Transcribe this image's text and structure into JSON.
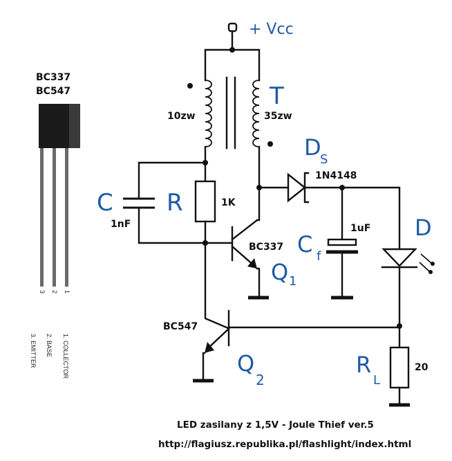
{
  "package": {
    "part_numbers": [
      "BC337",
      "BC547"
    ],
    "pin_numbers": [
      "3",
      "2",
      "1"
    ],
    "pinout": [
      "1. COLLECTOR",
      "2. BASE",
      "3. EMITTER"
    ]
  },
  "schematic": {
    "supply": "+ Vcc",
    "transformer": {
      "ref": "T",
      "primary_turns": "10zw",
      "secondary_turns": "35zw"
    },
    "capacitor_c": {
      "ref": "C",
      "value": "1nF"
    },
    "resistor_r": {
      "ref": "R",
      "value": "1K"
    },
    "transistor_q1": {
      "ref": "Q",
      "ref_sub": "1",
      "part": "BC337"
    },
    "transistor_q2": {
      "ref": "Q",
      "ref_sub": "2",
      "part": "BC547"
    },
    "diode_ds": {
      "ref": "D",
      "ref_sub": "S",
      "part": "1N4148"
    },
    "capacitor_cf": {
      "ref": "C",
      "ref_sub": "f",
      "value": "1uF"
    },
    "led": {
      "ref": "D"
    },
    "resistor_rl": {
      "ref": "R",
      "ref_sub": "L",
      "value": "20"
    }
  },
  "caption": {
    "title": "LED zasilany z 1,5V - Joule Thief  ver.5",
    "url": "http://flagiusz.republika.pl/flashlight/index.html"
  }
}
